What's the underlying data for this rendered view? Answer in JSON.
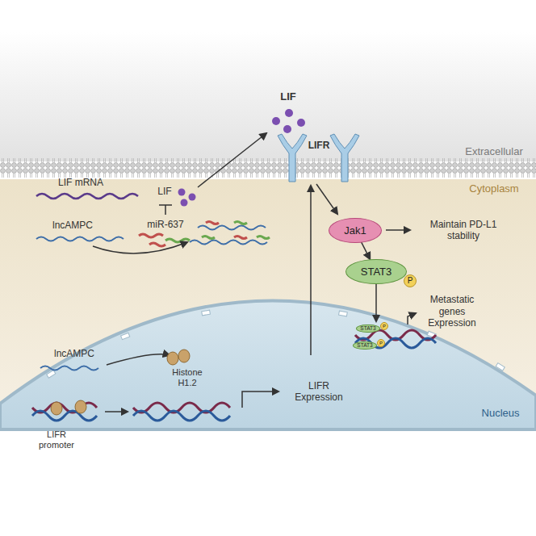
{
  "diagram": {
    "nodes": [
      {
        "text": [
          "Jak1"
        ]
      },
      {
        "text": [
          "STAT3"
        ]
      },
      {
        "text": [
          "P"
        ]
      },
      {
        "text": [
          "STAT3"
        ]
      },
      {
        "text": [
          "P"
        ]
      },
      {
        "text": [
          "STAT3"
        ]
      },
      {
        "text": [
          "P"
        ]
      }
    ],
    "edges": [
      {
        "from": 0,
        "to": 1,
        "arrow": "to"
      }
    ],
    "labels": [
      "Extracellular",
      "Cytoplasm",
      "LIF",
      "LIFR",
      "LIF mRNA",
      "LIF",
      "lncAMPC",
      "miR-637",
      "Maintain PD-L1 stability",
      "Metastatic genes Expression",
      "lncAMPC",
      "Histone H1.2",
      "LIFR promoter",
      "LIFR Expression",
      "Nucleus"
    ]
  }
}
